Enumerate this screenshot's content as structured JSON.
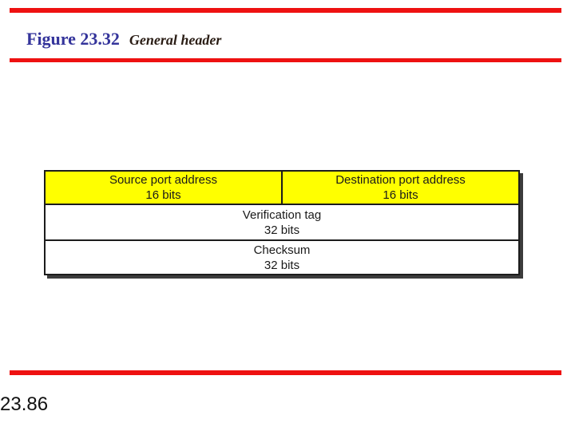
{
  "figure": {
    "label": "Figure 23.32",
    "title": "General header"
  },
  "slide_number": "23.86",
  "colors": {
    "rule_red": "#ee1111",
    "figure_label_blue": "#34349b",
    "figure_title_dark": "#2a1d15",
    "row_header_yellow": "#ffff00",
    "table_border_black": "#1c1c1c",
    "table_shadow_gray": "#3c3c3c"
  },
  "table": {
    "rows": [
      {
        "background": "#ffff00",
        "cells": [
          {
            "line1": "Source port address",
            "line2": "16 bits"
          },
          {
            "line1": "Destination port address",
            "line2": "16 bits"
          }
        ]
      },
      {
        "background": "#ffffff",
        "cells": [
          {
            "line1": "Verification tag",
            "line2": "32 bits"
          }
        ]
      },
      {
        "background": "#ffffff",
        "cells": [
          {
            "line1": "Checksum",
            "line2": "32 bits"
          }
        ]
      }
    ]
  }
}
